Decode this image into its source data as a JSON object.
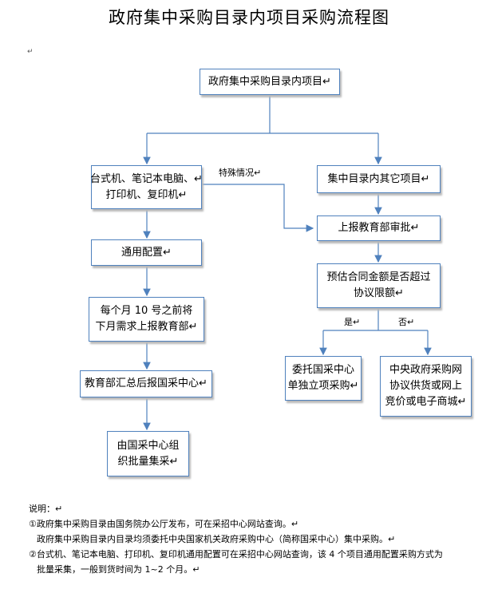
{
  "title": "政府集中采购目录内项目采购流程图",
  "para_mark": "↵",
  "boxes": {
    "root": "政府集中采购目录内项目↵",
    "computers_l1": "台式机、笔记本电脑、↵",
    "computers_l2": "打印机、复印机↵",
    "other_items": "集中目录内其它项目↵",
    "report_approval": "上报教育部审批↵",
    "general_config": "通用配置↵",
    "estimate_l1": "预估合同金额是否超过",
    "estimate_l2": "协议限额↵",
    "monthly_l1": "每个月 10 号之前将",
    "monthly_l2": "下月需求上报教育部↵",
    "delegate_l1": "委托国采中心",
    "delegate_l2": "单独立项采购↵",
    "central_l1": "中央政府采购网",
    "central_l2": "协议供货或网上",
    "central_l3": "竞价或电子商城↵",
    "summarize": "教育部汇总后报国采中心↵",
    "batch_l1": "由国采中心组",
    "batch_l2": "织批量集采↵"
  },
  "labels": {
    "special": "特殊情况↵",
    "yes": "是↵",
    "no": "否↵"
  },
  "notes": {
    "heading": "说明：↵",
    "line1": "①政府集中采购目录由国务院办公厅发布，可在采招中心网站查询。↵",
    "line2": "政府集中采购目录内目录均须委托中央国家机关政府采购中心（简称国采中心）集中采购。↵",
    "line3": "②台式机、笔记本电脑、打印机、复印机通用配置可在采招中心网站查询，该 4 个项目通用配置采购方式为",
    "line4": "批量采集，一般到货时间为 1~2 个月。↵"
  }
}
